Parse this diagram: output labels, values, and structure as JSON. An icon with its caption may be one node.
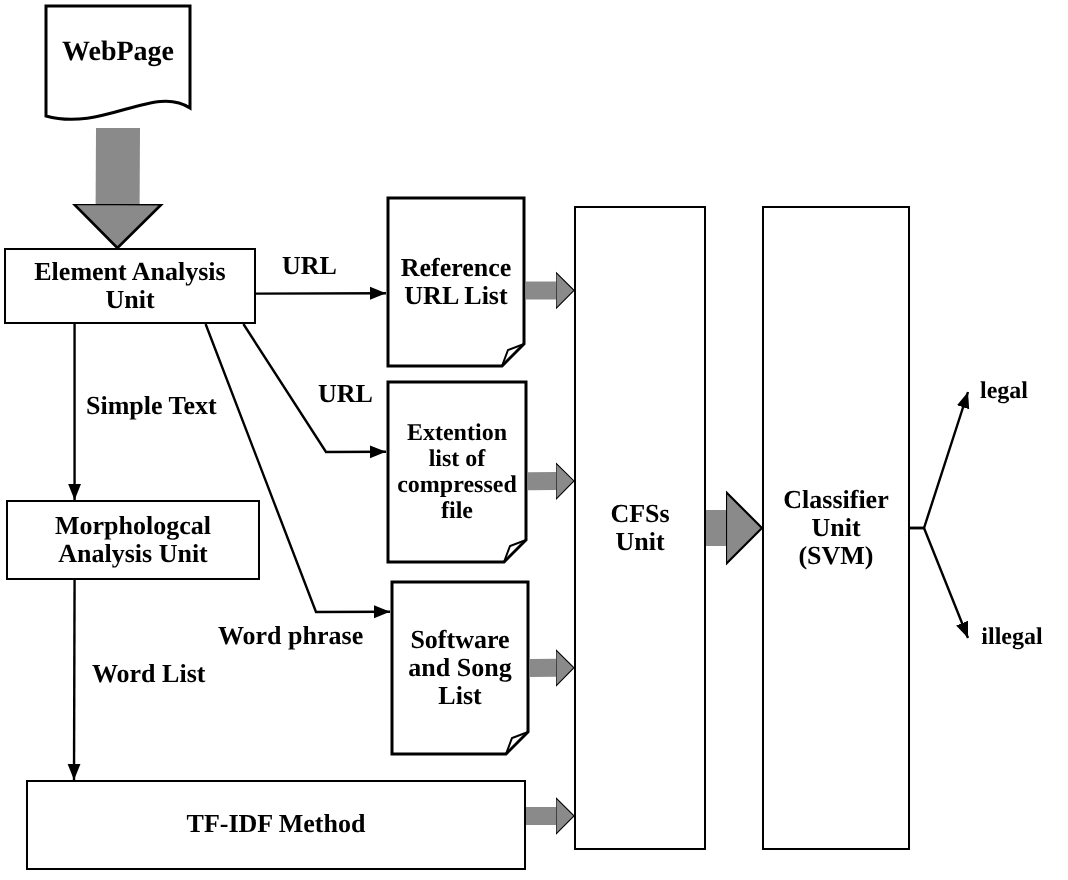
{
  "diagram": {
    "nodes": [
      {
        "text": [
          "WebPage"
        ]
      },
      {
        "text": [
          "Element Analysis Unit"
        ]
      },
      {
        "text": [
          "Reference URL List"
        ]
      },
      {
        "text": [
          "Extention list of compressed file"
        ]
      },
      {
        "text": [
          "Software and Song List"
        ]
      },
      {
        "text": [
          "Morphologcal Analysis Unit"
        ]
      },
      {
        "text": [
          "TF-IDF Method"
        ]
      },
      {
        "text": [
          "CFSs Unit"
        ]
      },
      {
        "text": [
          "Classifier Unit (SVM)"
        ]
      },
      {
        "text": [
          "legal"
        ]
      },
      {
        "text": [
          "illegal"
        ]
      }
    ],
    "edges": [
      {
        "from": 0,
        "to": 1,
        "arrow": "to",
        "style": "thick",
        "color": "#8a8a8a"
      },
      {
        "from": 1,
        "to": 2,
        "arrow": "to",
        "label": "URL"
      },
      {
        "from": 1,
        "to": 3,
        "arrow": "to",
        "label": "URL"
      },
      {
        "from": 1,
        "to": 4,
        "arrow": "to",
        "label": "Word phrase"
      },
      {
        "from": 1,
        "to": 5,
        "arrow": "to",
        "label": "Simple Text"
      },
      {
        "from": 5,
        "to": 6,
        "arrow": "to",
        "label": "Word List"
      },
      {
        "from": 2,
        "to": 7,
        "arrow": "to",
        "style": "thick",
        "color": "#8a8a8a"
      },
      {
        "from": 3,
        "to": 7,
        "arrow": "to",
        "style": "thick",
        "color": "#8a8a8a"
      },
      {
        "from": 4,
        "to": 7,
        "arrow": "to",
        "style": "thick",
        "color": "#8a8a8a"
      },
      {
        "from": 6,
        "to": 7,
        "arrow": "to",
        "style": "thick",
        "color": "#8a8a8a"
      },
      {
        "from": 7,
        "to": 8,
        "arrow": "to",
        "style": "thick",
        "color": "#8a8a8a"
      },
      {
        "from": 8,
        "to": 9,
        "arrow": "to"
      },
      {
        "from": 8,
        "to": 10,
        "arrow": "to"
      }
    ]
  }
}
